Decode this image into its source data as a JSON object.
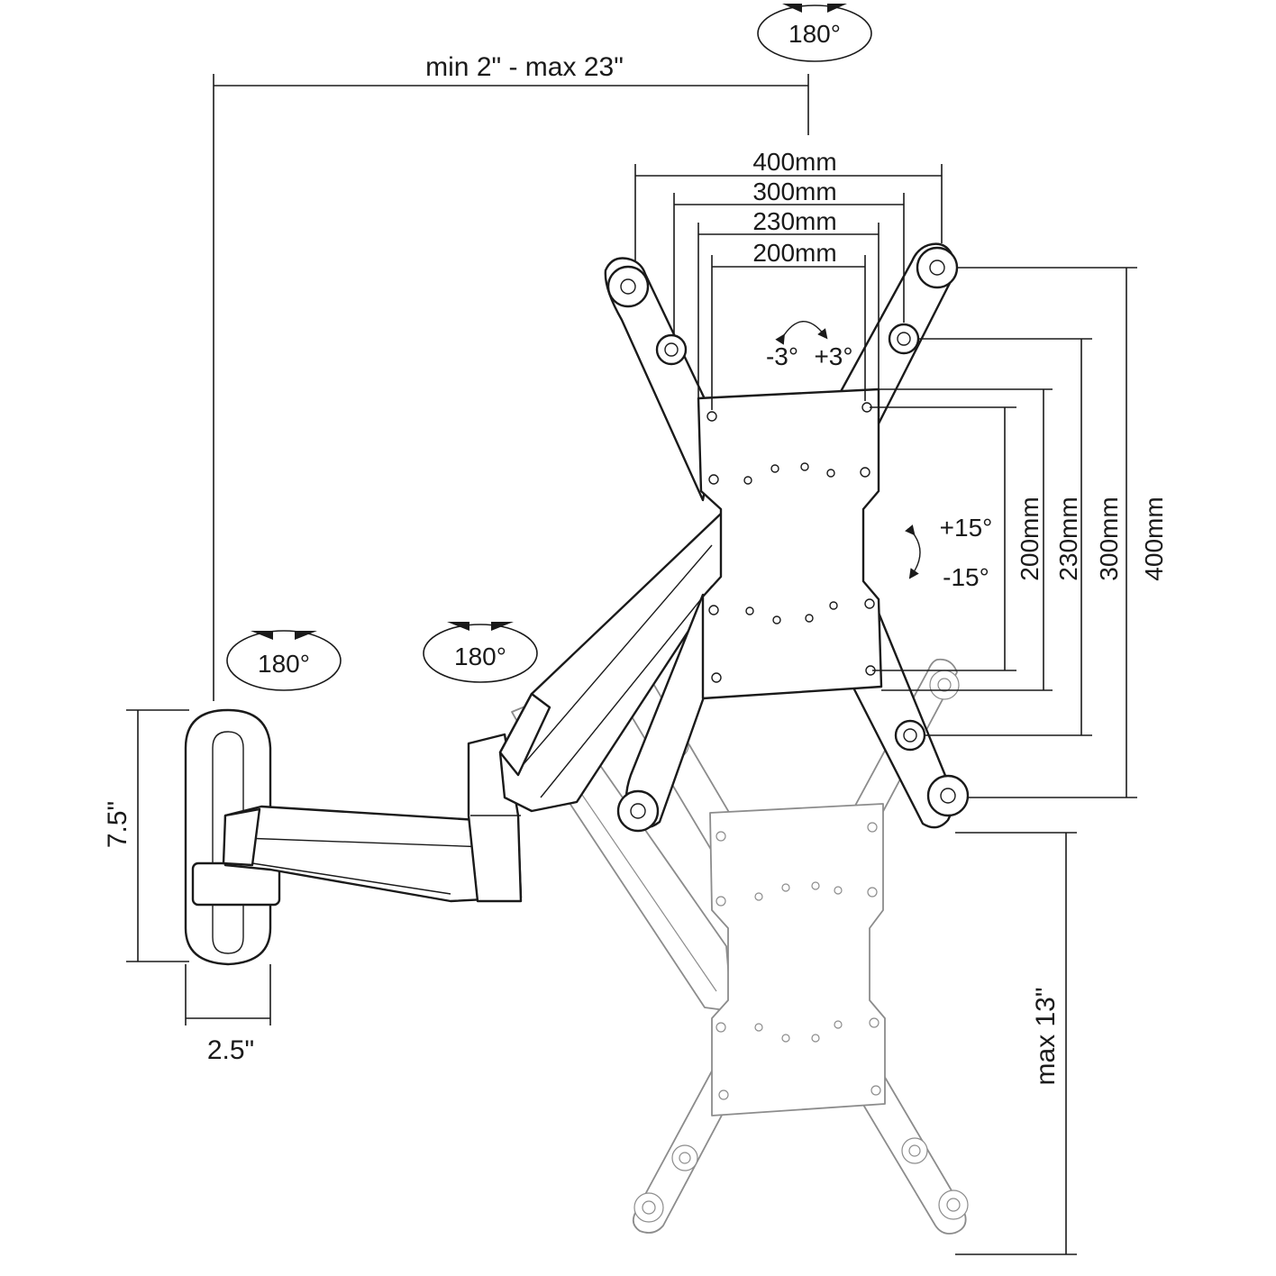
{
  "labels": {
    "extension": "min 2\" - max 23\"",
    "swivel_top": "180°",
    "swivel_wall": "180°",
    "swivel_arm": "180°",
    "vesa_h_400": "400mm",
    "vesa_h_300": "300mm",
    "vesa_h_230": "230mm",
    "vesa_h_200": "200mm",
    "vesa_v_200": "200mm",
    "vesa_v_230": "230mm",
    "vesa_v_300": "300mm",
    "vesa_v_400": "400mm",
    "rotate_left": "-3°",
    "rotate_right": "+3°",
    "tilt_up": "+15°",
    "tilt_down": "-15°",
    "plate_height": "7.5\"",
    "plate_depth": "2.5\"",
    "max_drop": "max 13\""
  }
}
